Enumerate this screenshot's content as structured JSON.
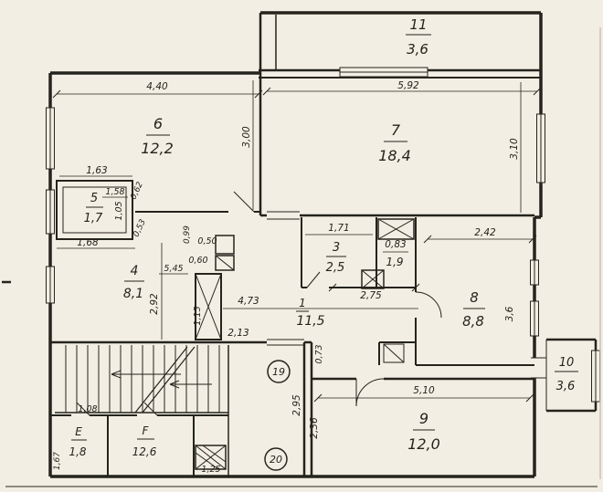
{
  "drawing": {
    "paper_color": "#f2eee3",
    "ink_color": "#25231d",
    "type": "apartment floor plan scan"
  },
  "rooms": {
    "r11": {
      "num": "11",
      "area": "3,6"
    },
    "r7": {
      "num": "7",
      "area": "18,4"
    },
    "r6": {
      "num": "6",
      "area": "12,2"
    },
    "r5": {
      "num": "5",
      "area": "1,7"
    },
    "r4": {
      "num": "4",
      "area": "8,1"
    },
    "r3": {
      "num": "3",
      "area": "2,5"
    },
    "r2": {
      "area": "1,9"
    },
    "r1": {
      "num": "1",
      "area": "11,5"
    },
    "r8": {
      "num": "8",
      "area": "8,8"
    },
    "r9": {
      "num": "9",
      "area": "12,0"
    },
    "r10": {
      "num": "10",
      "area": "3,6"
    },
    "rE": {
      "num": "E",
      "area": "1,8"
    },
    "rF": {
      "num": "F",
      "area": "12,6"
    }
  },
  "dims": {
    "room6_w": "4,40",
    "room6_h": "3,00",
    "room7_w": "5,92",
    "room7_h": "3,10",
    "room5_top": "1,63",
    "room5_w": "1,58",
    "room5_h": "1,05",
    "room5_bottom": "1,68",
    "hall_a": "0,62",
    "hall_b": "0,53",
    "hall_c": "0,99",
    "duct_a": "0,50",
    "duct_b": "0,60",
    "hall_w": "5,45",
    "room4_h": "2,92",
    "stair_w": "1,15",
    "corr_w": "4,73",
    "corr_b": "2,13",
    "room3_w": "1,71",
    "wc_w": "0,83",
    "corr_c": "2,75",
    "room8_w": "2,42",
    "room8_h": "3,6",
    "pass_w": "0,73",
    "room9_w": "5,10",
    "room9_h": "2,36",
    "landing_h": "2,95",
    "roomE_w": "1,08",
    "roomE_h": "1,67",
    "box_w": "1,25"
  },
  "markers": {
    "flat_19": "19",
    "flat_20": "20"
  }
}
